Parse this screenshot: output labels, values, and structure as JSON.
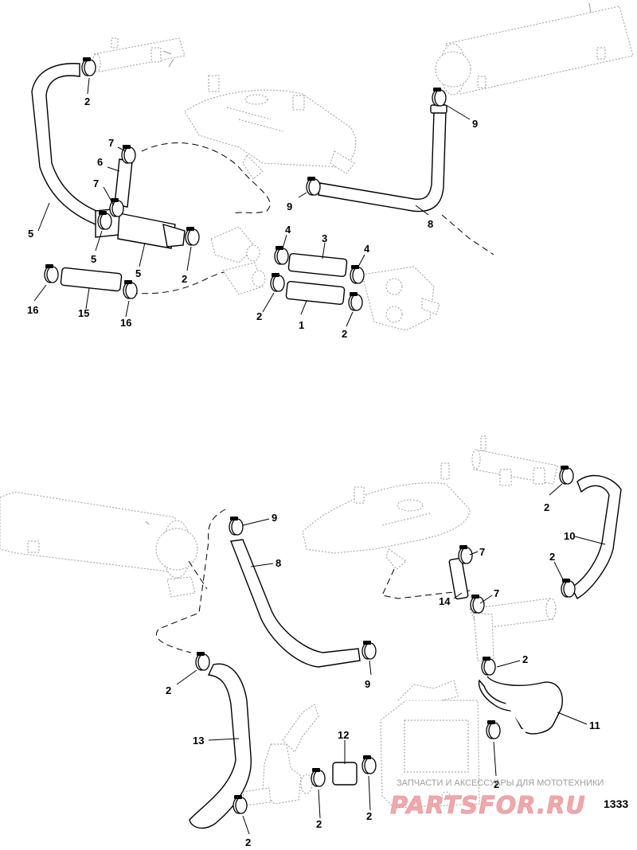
{
  "figure_number": "1333",
  "watermark": {
    "caption": "ЗАПЧАСТИ И АКСЕССУАРЫ ДЛЯ МОТОТЕХНИКИ",
    "logo": "PARTSFOR.RU"
  },
  "colors": {
    "line": "#000000",
    "ghost": "#9a9a9a",
    "watermark": "#e5878c"
  },
  "callouts_top": [
    "2",
    "9",
    "7",
    "6",
    "7",
    "5",
    "5",
    "5",
    "2",
    "9",
    "8",
    "4",
    "3",
    "4",
    "2",
    "1",
    "2",
    "16",
    "15",
    "16"
  ],
  "callouts_bottom": [
    "9",
    "8",
    "2",
    "10",
    "2",
    "7",
    "14",
    "7",
    "2",
    "9",
    "2",
    "13",
    "11",
    "12",
    "2",
    "2",
    "2",
    "2"
  ]
}
